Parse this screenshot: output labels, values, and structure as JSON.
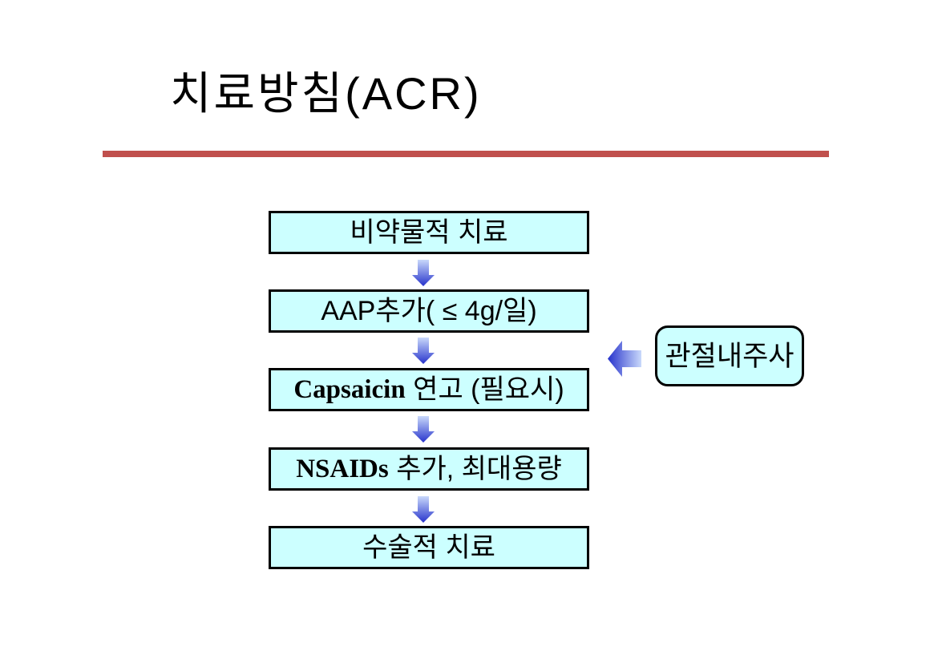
{
  "slide": {
    "title": "치료방침(ACR)",
    "background": "#FFFFFF",
    "divider_color": "#C0504D"
  },
  "flowchart": {
    "box_fill": "#CCFFFF",
    "box_border": "#000000",
    "arrow_gradient_light": "#C9D9FB",
    "arrow_gradient_dark": "#2733CC",
    "steps": [
      {
        "latin": "",
        "text": "비약물적 치료"
      },
      {
        "latin": "",
        "text": "AAP추가( ≤ 4g/일)"
      },
      {
        "latin": "Capsaicin",
        "text": " 연고 (필요시)"
      },
      {
        "latin": "NSAIDs",
        "text": " 추가, 최대용량"
      },
      {
        "latin": "",
        "text": "수술적 치료"
      }
    ],
    "side_note": {
      "label": "관절내주사",
      "arrow_direction": "left"
    }
  }
}
